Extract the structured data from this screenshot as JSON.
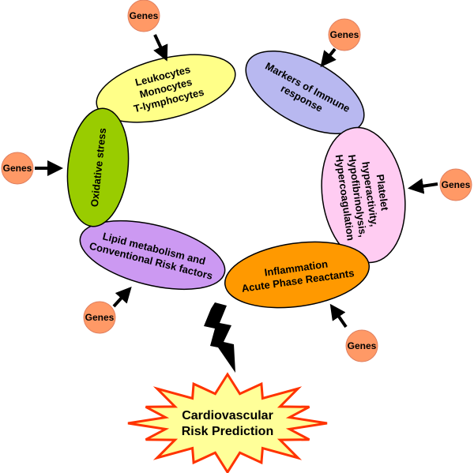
{
  "ovals": [
    {
      "id": "leukocytes",
      "lines": [
        "Leukocytes",
        "Monocytes",
        "T-lymphocytes"
      ],
      "color": "#ffff88"
    },
    {
      "id": "immune",
      "lines": [
        "Markers of Immune",
        "response"
      ],
      "color": "#b8b8f0"
    },
    {
      "id": "platelet",
      "lines": [
        "Platelet",
        "hyperactivity,",
        "Hypofibrinolysis,",
        "Hypercoagulation"
      ],
      "color": "#ffccf2"
    },
    {
      "id": "inflammation",
      "lines": [
        "Inflammation",
        "Acute Phase Reactants"
      ],
      "color": "#ff9900"
    },
    {
      "id": "lipid",
      "lines": [
        "Lipid metabolism and",
        "Conventional Risk factors"
      ],
      "color": "#cc99f2"
    },
    {
      "id": "oxidative",
      "lines": [
        "Oxidative stress"
      ],
      "color": "#99cc00"
    }
  ],
  "genes": [
    {
      "label": "Genes"
    },
    {
      "label": "Genes"
    },
    {
      "label": "Genes"
    },
    {
      "label": "Genes"
    },
    {
      "label": "Genes"
    },
    {
      "label": "Genes"
    }
  ],
  "gene_color": "#ff9966",
  "burst": {
    "lines": [
      "Cardiovascular",
      "Risk Prediction"
    ],
    "fill": "#ffff99",
    "stroke": "#ff3300"
  },
  "bolt_color": "#000000"
}
